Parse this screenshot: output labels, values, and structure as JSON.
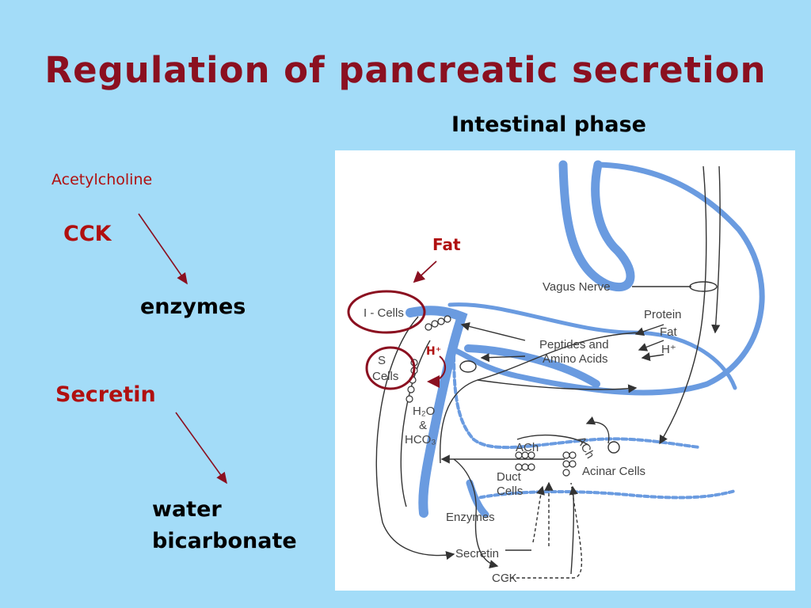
{
  "slide": {
    "title": "Regulation of pancreatic secretion",
    "subtitle": "Intestinal phase"
  },
  "left_panel": {
    "acetylcholine": "Acetylcholine",
    "cck": "CCK",
    "enzymes": "enzymes",
    "secretin": "Secretin",
    "water": "water",
    "bicarbonate": "bicarbonate"
  },
  "diagram": {
    "fat_annotation": "Fat",
    "h_plus_annotation": "H⁺",
    "labels": {
      "i_cells": "I - Cells",
      "s_cells_line1": "S",
      "s_cells_line2": "Cells",
      "vagus_nerve": "Vagus Nerve",
      "protein": "Protein",
      "fat": "Fat",
      "h_plus": "H⁺",
      "peptides_line1": "Peptides and",
      "peptides_line2": "Amino Acids",
      "h2o": "H₂O",
      "ampersand": "&",
      "hco3": "HCO₃",
      "ach": "ACh",
      "ach_rotated": "ACh",
      "acinar_cells": "Acinar Cells",
      "duct_line1": "Duct",
      "duct_line2": "Cells",
      "enzymes": "Enzymes",
      "secretin": "Secretin",
      "cck": "CCK"
    },
    "colors": {
      "gut_wall": "#6a9be0",
      "highlight_ring": "#8b1020",
      "annotation_text": "#b01010"
    }
  }
}
